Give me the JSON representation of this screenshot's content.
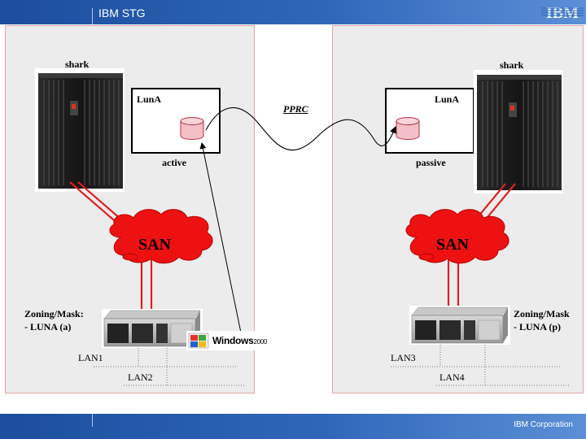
{
  "header": {
    "title": "IBM STG",
    "logo": "IBM"
  },
  "footer": {
    "corporation": "IBM Corporation"
  },
  "left_site": {
    "storage_label": "shark",
    "lun_label": "LunA",
    "state_label": "active",
    "san_label": "SAN",
    "zoning_line1": "Zoning/Mask:",
    "zoning_line2": "- LUNA (a)",
    "lan_a": "LAN1",
    "lan_b": "LAN2"
  },
  "right_site": {
    "storage_label": "shark",
    "lun_label": "LunA",
    "state_label": "passive",
    "san_label": "SAN",
    "zoning_line1": "Zoning/Mask",
    "zoning_line2": "- LUNA (p)",
    "lan_a": "LAN3",
    "lan_b": "LAN4"
  },
  "link_label": "PPRC",
  "os_logo": {
    "name": "Windows",
    "version": "2000"
  },
  "colors": {
    "san_cloud": "#ee1111",
    "fc_link": "#e02020",
    "disk": "#f3c0c8",
    "bar": "#2f67b8"
  }
}
